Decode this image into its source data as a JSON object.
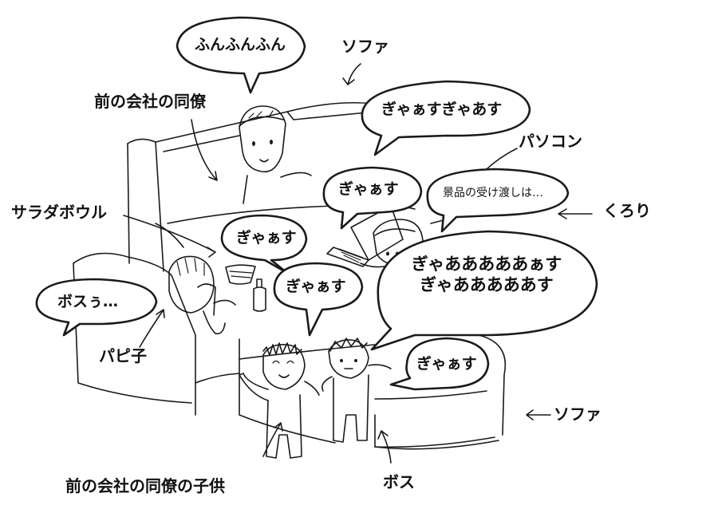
{
  "labels": {
    "sofa_top": "ソファ",
    "former_colleague": "前の会社の同僚",
    "pc": "パソコン",
    "salad_bowl": "サラダボウル",
    "kurori": "くろり",
    "papiko": "パピ子",
    "sofa_right": "ソファ",
    "colleague_child": "前の会社の同僚の子供",
    "boss": "ボス"
  },
  "speech": {
    "colleague": "ふんふんふん",
    "pc_top": "ぎゃぁすぎゃあす",
    "middle": "ぎゃぁす",
    "kurori": "景品の受け渡しは…",
    "bowl": "ぎゃぁす",
    "papiko": "ボスぅ…",
    "child": "ぎゃぁす",
    "big_line1": "ぎゃあああああぁす",
    "big_line2": "ぎゃあああああす",
    "boss": "ぎゃぁす"
  }
}
